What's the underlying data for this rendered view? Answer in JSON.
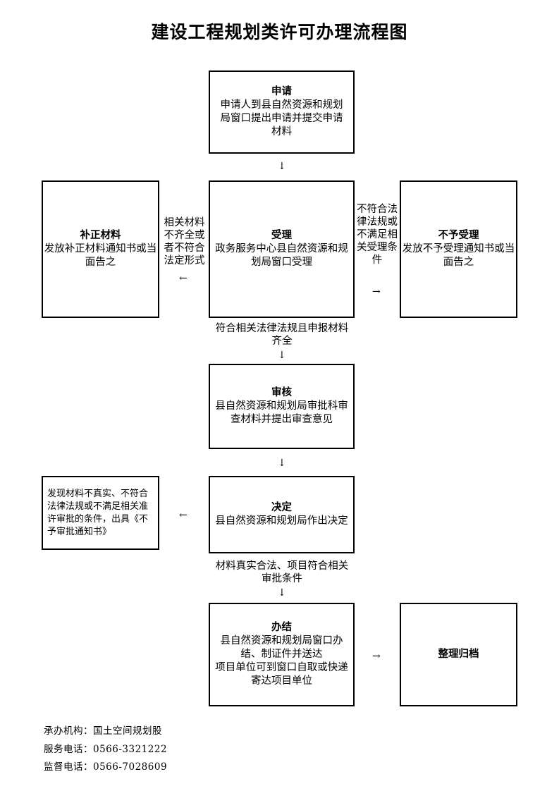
{
  "title": "建设工程规划类许可办理流程图",
  "steps": {
    "apply": {
      "head": "申请",
      "body": "申请人到县自然资源和规划局窗口提出申请并提交申请材料"
    },
    "supplement": {
      "head": "补正材料",
      "body": "发放补正材料通知书或当面告之"
    },
    "accept": {
      "head": "受理",
      "body": "政务服务中心县自然资源和规划局窗口受理"
    },
    "reject": {
      "head": "不予受理",
      "body": "发放不予受理通知书或当面告之"
    },
    "review": {
      "head": "审核",
      "body": "县自然资源和规划局审批科审查材料并提出审查意见"
    },
    "decide": {
      "head": "决定",
      "body": "县自然资源和规划局作出决定"
    },
    "not_approved": {
      "body": "发现材料不真实、不符合法律法规或不满足相关准许审批的条件，出具《不予审批通知书》"
    },
    "conclude": {
      "head": "办结",
      "body1": "县自然资源和规划局窗口办结、制证件并送达",
      "body2": "项目单位可到窗口自取或快递寄达项目单位"
    },
    "archive": {
      "head": "整理归档"
    }
  },
  "edges": {
    "incomplete": "相关材料不齐全或者不符合法定形式",
    "not_compliant": "不符合法律法规或不满足相关受理条件",
    "compliant": "符合相关法律法规且申报材料齐全",
    "true_legal": "材料真实合法、项目符合相关审批条件"
  },
  "footer": {
    "agency": "承办机构：国土空间规划股",
    "service_phone": "服务电话：0566-3321222",
    "supervise_phone": "监督电话：0566-7028609"
  },
  "arrows": {
    "down": "↓",
    "left": "←",
    "right": "→"
  }
}
